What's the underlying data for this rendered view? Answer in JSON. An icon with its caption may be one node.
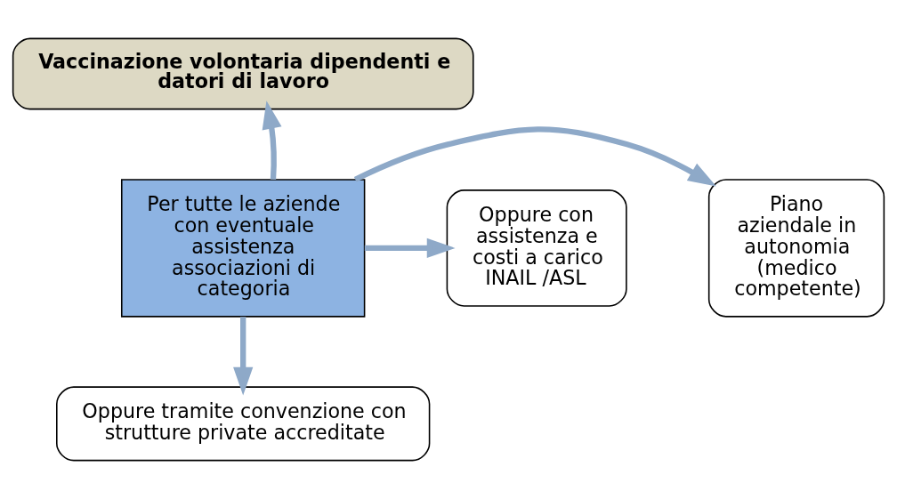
{
  "diagram": {
    "nodes": [
      {
        "text": [
          "Vaccinazione volontaria dipendenti e datori di lavoro"
        ]
      },
      {
        "text": [
          "Piano aziendale in autonomia (medico competente)"
        ]
      },
      {
        "text": [
          "Per tutte le aziende con eventuale assistenza associazioni di categoria"
        ]
      },
      {
        "text": [
          "Oppure con assistenza e costi a carico INAIL /ASL"
        ]
      },
      {
        "text": [
          "Oppure tramite convenzione con strutture private accreditate"
        ]
      }
    ],
    "edges": [
      {
        "from": 2,
        "to": 0,
        "arrow": "to"
      },
      {
        "from": 2,
        "to": 1,
        "arrow": "to"
      },
      {
        "from": 2,
        "to": 3,
        "arrow": "to"
      },
      {
        "from": 2,
        "to": 4,
        "arrow": "to"
      }
    ]
  }
}
